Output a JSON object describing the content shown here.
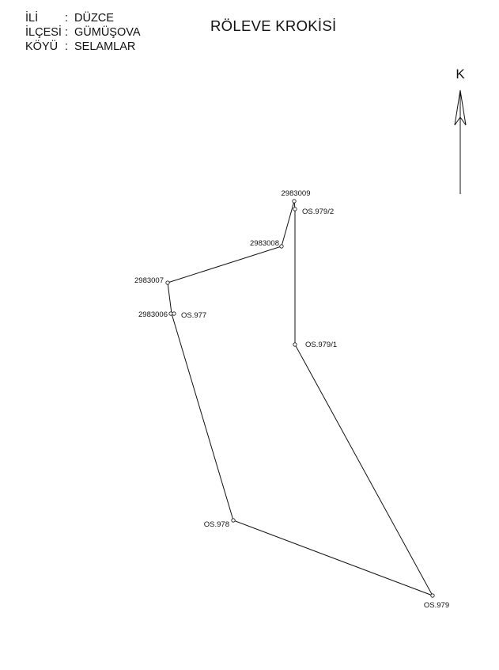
{
  "header": {
    "rows": [
      {
        "key": "İLİ",
        "sep": ":",
        "value": "DÜZCE"
      },
      {
        "key": "İLÇESİ",
        "sep": ":",
        "value": "GÜMÜŞOVA"
      },
      {
        "key": "KÖYÜ",
        "sep": ":",
        "value": "SELAMLAR"
      }
    ]
  },
  "title": "RÖLEVE KROKİSİ",
  "north": {
    "label": "K",
    "icon": "north-arrow-icon"
  },
  "points": {
    "p2983009": "2983009",
    "os979_2": "OS.979/2",
    "p2983008": "2983008",
    "p2983007": "2983007",
    "p2983006": "2983006",
    "os977": "OS.977",
    "os979_1": "OS.979/1",
    "os978": "OS.978",
    "os979": "OS.979"
  },
  "colors": {
    "line": "#111111",
    "background": "#ffffff"
  }
}
